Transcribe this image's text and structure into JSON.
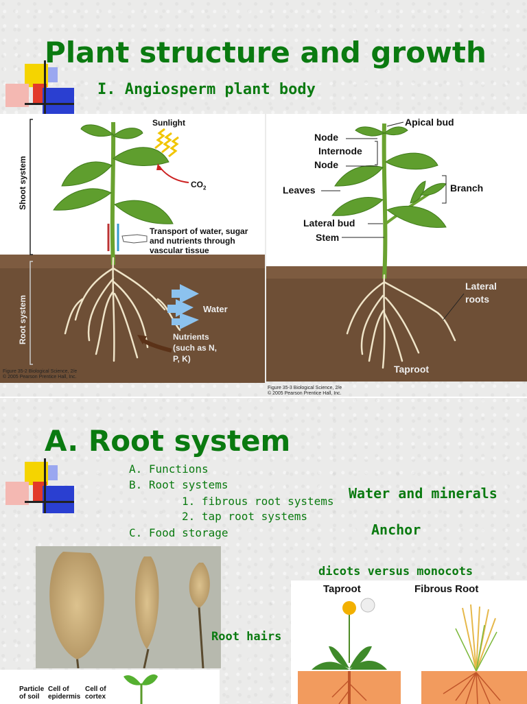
{
  "slide1": {
    "title": "Plant structure and growth",
    "subtitle": "I. Angiosperm plant body",
    "fig_left": {
      "shoot_system": "Shoot system",
      "root_system": "Root system",
      "sunlight": "Sunlight",
      "co2": "CO",
      "co2_sub": "2",
      "transport_1": "Transport of water, sugar",
      "transport_2": "and nutrients through",
      "transport_3": "vascular tissue",
      "water": "Water",
      "nutrients_1": "Nutrients",
      "nutrients_2": "(such as N,",
      "nutrients_3": "P, K)",
      "credit_1": "Figure 35-2 Biological Science, 2/e",
      "credit_2": "© 2005 Pearson Prentice Hall, Inc."
    },
    "fig_right": {
      "apical_bud": "Apical bud",
      "node_top": "Node",
      "internode": "Internode",
      "node_bottom": "Node",
      "leaves": "Leaves",
      "branch": "Branch",
      "lateral_bud": "Lateral bud",
      "stem": "Stem",
      "lateral_roots_1": "Lateral",
      "lateral_roots_2": "roots",
      "taproot": "Taproot",
      "credit_1": "Figure 35-3 Biological Science, 2/e",
      "credit_2": "© 2005 Pearson Prentice Hall, Inc."
    }
  },
  "slide2": {
    "title": "A. Root system",
    "outline": {
      "a": "A. Functions",
      "b": "B. Root systems",
      "b1": "1. fibrous root systems",
      "b2": "2. tap root systems",
      "c": "C. Food storage"
    },
    "water_minerals": "Water and minerals",
    "anchor": "Anchor",
    "dicots_monocots": "dicots versus monocots",
    "root_hairs": "Root hairs",
    "taproot_label": "Taproot",
    "fibrous_label": "Fibrous Root",
    "bottom_labels": {
      "particle_1": "Particle",
      "particle_2": "of soil",
      "epidermis_1": "Cell of",
      "epidermis_2": "epidermis",
      "cortex_1": "Cell of",
      "cortex_2": "cortex"
    }
  }
}
